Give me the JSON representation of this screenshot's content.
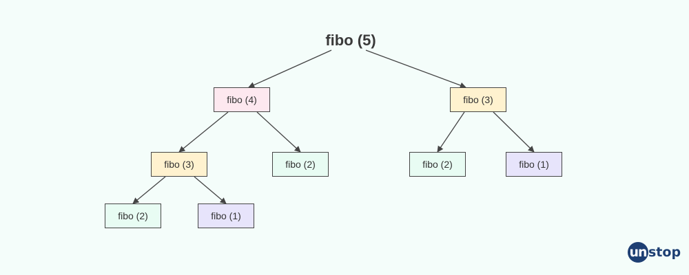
{
  "root": {
    "id": "n0",
    "label": "fibo (5)"
  },
  "nodes": [
    {
      "id": "n1",
      "label": "fibo (4)",
      "parent": "n0",
      "color": "#fde8ef"
    },
    {
      "id": "n2",
      "label": "fibo (3)",
      "parent": "n0",
      "color": "#fff2cf"
    },
    {
      "id": "n3",
      "label": "fibo (3)",
      "parent": "n1",
      "color": "#fff2cf"
    },
    {
      "id": "n4",
      "label": "fibo (2)",
      "parent": "n1",
      "color": "#e8fcf3"
    },
    {
      "id": "n5",
      "label": "fibo (2)",
      "parent": "n2",
      "color": "#e8fcf3"
    },
    {
      "id": "n6",
      "label": "fibo (1)",
      "parent": "n2",
      "color": "#e7e4fb"
    },
    {
      "id": "n7",
      "label": "fibo (2)",
      "parent": "n3",
      "color": "#e8fcf3"
    },
    {
      "id": "n8",
      "label": "fibo (1)",
      "parent": "n3",
      "color": "#e7e4fb"
    }
  ],
  "logo": {
    "circle_text": "un",
    "text": "stop"
  }
}
